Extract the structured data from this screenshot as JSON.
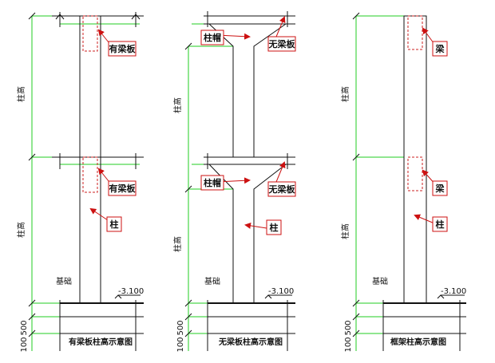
{
  "panels": [
    {
      "title": "有梁板柱高示意图",
      "labels": {
        "slab_top": "有梁板",
        "slab_bottom": "有梁板",
        "column": "柱",
        "foundation": "基础",
        "height_upper": "柱高",
        "height_lower": "柱高",
        "elevation": "-3.100",
        "dim_500": "500",
        "dim_100": "100"
      }
    },
    {
      "title": "无梁板柱高示意图",
      "labels": {
        "cap_top": "柱帽",
        "slab_top": "无梁板",
        "cap_bottom": "柱帽",
        "slab_bottom": "无梁板",
        "column": "柱",
        "foundation": "基础",
        "height_upper": "柱高",
        "height_lower": "柱高",
        "elevation": "-3.100",
        "dim_500": "500",
        "dim_100": "100"
      }
    },
    {
      "title": "框架柱高示意图",
      "labels": {
        "beam_top": "梁",
        "beam_bottom": "梁",
        "column": "柱",
        "foundation": "基础",
        "height_upper": "柱高",
        "height_lower": "柱高",
        "elevation": "-3.100",
        "dim_500": "500",
        "dim_100": "100"
      }
    }
  ],
  "colors": {
    "dimension": "#22cc22",
    "leader": "#cc1111",
    "outline": "#111111"
  }
}
